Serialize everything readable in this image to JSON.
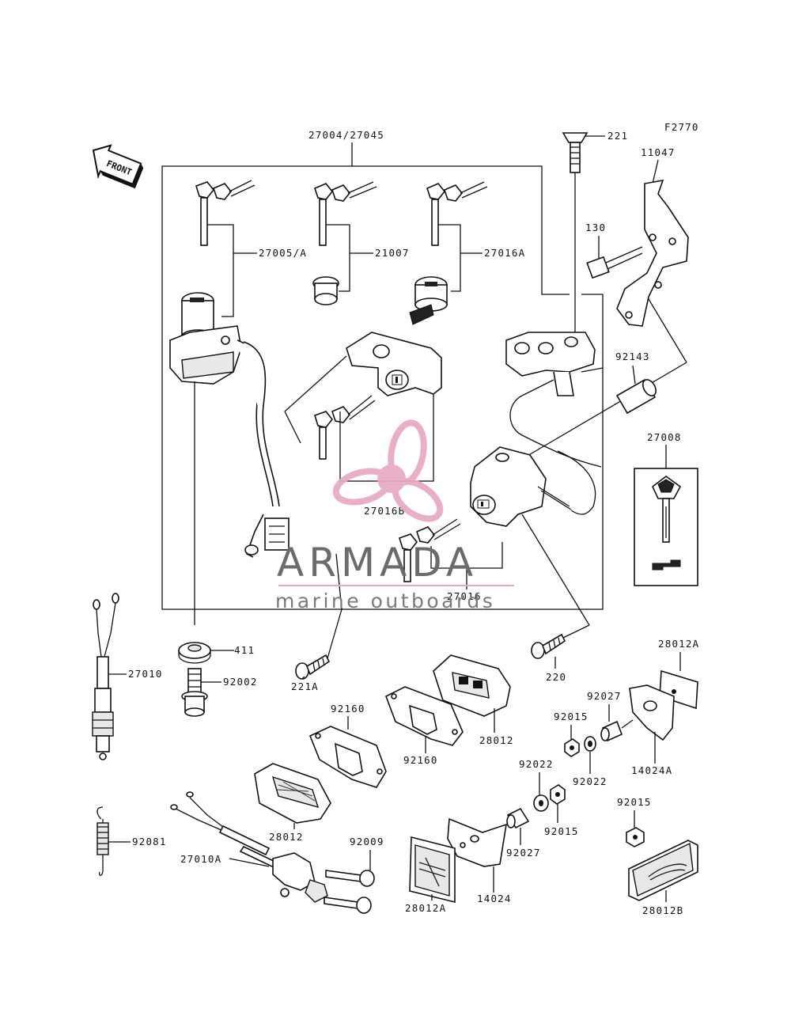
{
  "figure_code": "F2770",
  "front_label": "FRONT",
  "parts": {
    "p27004": "27004/27045",
    "p221": "221",
    "p11047": "11047",
    "p130": "130",
    "p27005A": "27005/A",
    "p21007": "21007",
    "p27016A": "27016A",
    "p92143": "92143",
    "p27008": "27008",
    "p27016B": "27016B",
    "p27016": "27016",
    "p411": "411",
    "p92002": "92002",
    "p27010": "27010",
    "p221A": "221A",
    "p220": "220",
    "p28012A_r": "28012A",
    "p92027_r": "92027",
    "p92015_r": "92015",
    "p14024A": "14024A",
    "p92022_a": "92022",
    "p92022_b": "92022",
    "p92160_a": "92160",
    "p92160_b": "92160",
    "p28012_a": "28012",
    "p28012_b": "28012",
    "p92015_m": "92015",
    "p92015_b": "92015",
    "p92027_m": "92027",
    "p14024": "14024",
    "p28012A_b": "28012A",
    "p28012B": "28012B",
    "p92081": "92081",
    "p27010A": "27010A",
    "p92009": "92009"
  },
  "watermark": {
    "brand": "ARMADA",
    "tagline": "marine outboards",
    "logo_color": "#e8a9c4"
  }
}
